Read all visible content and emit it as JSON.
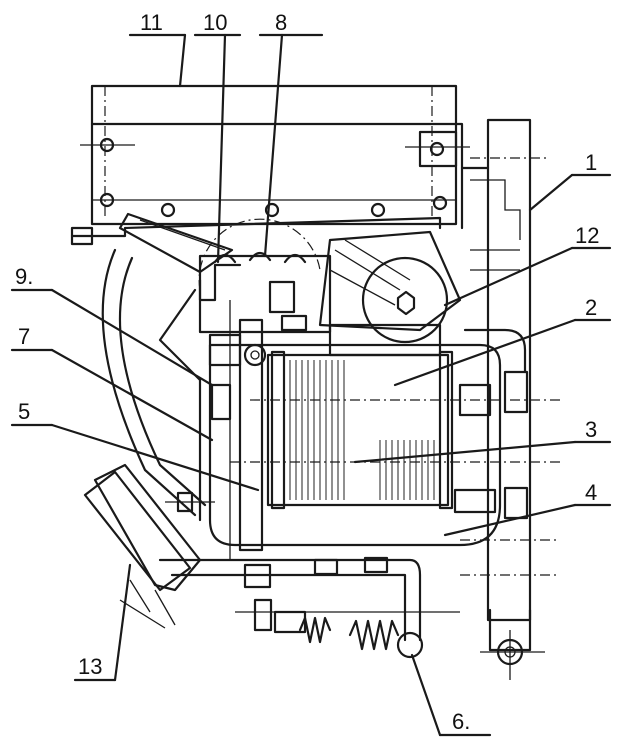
{
  "diagram": {
    "labels": [
      {
        "id": "label-11",
        "text": "11"
      },
      {
        "id": "label-10",
        "text": "10"
      },
      {
        "id": "label-8",
        "text": "8"
      },
      {
        "id": "label-1",
        "text": "1"
      },
      {
        "id": "label-12",
        "text": "12"
      },
      {
        "id": "label-9",
        "text": "9."
      },
      {
        "id": "label-2",
        "text": "2"
      },
      {
        "id": "label-7",
        "text": "7"
      },
      {
        "id": "label-5",
        "text": "5"
      },
      {
        "id": "label-3",
        "text": "3"
      },
      {
        "id": "label-4",
        "text": "4"
      },
      {
        "id": "label-13",
        "text": "13"
      },
      {
        "id": "label-6",
        "text": "6."
      }
    ],
    "ink_color": "#1a1a1a",
    "paper_color": "#ffffff"
  }
}
